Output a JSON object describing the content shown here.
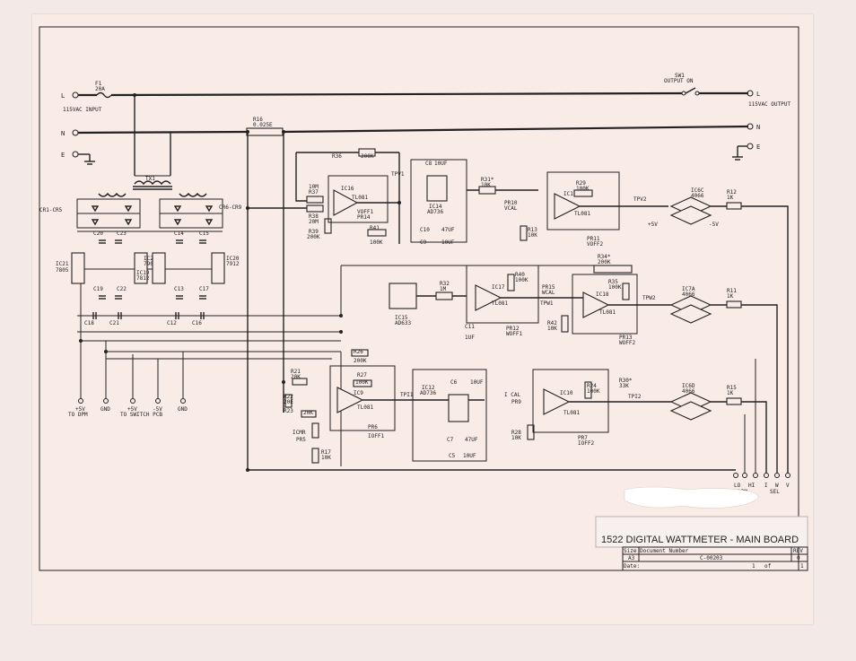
{
  "doc": {
    "title": "1522 DIGITAL WATTMETER - MAIN BOARD",
    "size_label": "Size",
    "size": "A3",
    "docnum_label": "Document Number",
    "docnum": "C-00203",
    "rev_label": "REV",
    "rev": "0",
    "date_label": "Date:",
    "sheet": "1",
    "of_label": "of",
    "of": "1"
  },
  "power": {
    "input_label": "115VAC INPUT",
    "output_label": "115VAC OUTPUT",
    "L": "L",
    "N": "N",
    "E": "E",
    "fuse": "F1",
    "fuse_val": "20A",
    "switch": "SW1",
    "switch_label": "OUTPUT ON",
    "out_l": "L",
    "out_n": "N",
    "out_e": "E",
    "shunt": "R16",
    "shunt_val": "0.025E",
    "transformer": "TX1",
    "diodes_a": "CR1-CR5",
    "diodes_b": "CR6-CR9"
  },
  "supply": {
    "ic21": "IC21",
    "ic21_val": "7805",
    "ic22": "IC22",
    "ic22_val": "7905",
    "ic19": "IC19",
    "ic19_val": "7812",
    "ic20": "IC20",
    "ic20_val": "7912",
    "caps": [
      "C20",
      "C23",
      "C14",
      "C15",
      "C19",
      "C22",
      "C13",
      "C17",
      "C18",
      "C21",
      "C12",
      "C16"
    ]
  },
  "connector_left": [
    {
      "label": "+5V",
      "sub": "TO DPM"
    },
    {
      "label": "GND",
      "sub": ""
    },
    {
      "label": "+5V",
      "sub": "TO SWITCH PCB"
    },
    {
      "label": "-5V",
      "sub": ""
    },
    {
      "label": "GND",
      "sub": ""
    }
  ],
  "connector_right": [
    {
      "label": "LO"
    },
    {
      "label": "HI"
    },
    {
      "label": "I"
    },
    {
      "label": "W"
    },
    {
      "label": "V"
    }
  ],
  "connector_right_sub": {
    "dpm": "DPM",
    "sel": "SEL"
  },
  "blocks": {
    "ic16": "IC16",
    "ic16_type": "TL081",
    "r36": "R36",
    "r36_val": "200K",
    "r37": "R37",
    "r37_val": "10M",
    "r38": "R38",
    "r38_val": "20M",
    "r39": "R39",
    "r39_val": "200K",
    "r41": "R41",
    "r41_val": "100K",
    "pr14": "PR14",
    "voff1": "VOFF1",
    "tpv1": "TPV1",
    "ic14": "IC14",
    "ic14_type": "AD736",
    "c8": "C8",
    "c8_val": "10UF",
    "c9": "C9",
    "c10": "C10",
    "c10_val": "47UF",
    "c9_val": "10UF",
    "r31": "R31*",
    "r31_val": "10K",
    "pr10": "PR10",
    "vcal": "VCAL",
    "r13": "R13",
    "r13_val": "10K",
    "ic11": "IC11",
    "ic11_type": "TL081",
    "r29": "R29",
    "r29_val": "100K",
    "pr11": "PR11",
    "voff2": "VOFF2",
    "tpv2": "TPV2",
    "ic6c": "IC6C",
    "ic6c_type": "4066",
    "r12": "R12",
    "r12_val": "1K",
    "p5v": "+5V",
    "m5v": "-5V",
    "ic15": "IC15",
    "ic15_type": "AD633",
    "r32": "R32",
    "r32_val": "1M",
    "ic17": "IC17",
    "ic17_type": "TL081",
    "r40": "R40",
    "r40_val": "100K",
    "c11": "C11",
    "c11_val": "1UF",
    "pr12": "PR12",
    "woff1": "WOFF1",
    "pr15": "PR15",
    "wcal": "WCAL",
    "tpw1": "TPW1",
    "r42": "R42",
    "r42_val": "10K",
    "r34": "R34*",
    "r34_val": "200K",
    "r35": "R35",
    "r35_val": "100K",
    "ic18": "IC18",
    "ic18_type": "TL081",
    "pr13": "PR13",
    "woff2": "WOFF2",
    "tpw2": "TPW2",
    "ic7a": "IC7A",
    "ic7a_type": "4066",
    "r11": "R11",
    "r11_val": "1K",
    "r26": "R26",
    "r26_val": "200K",
    "r27": "R27",
    "r27_val": "100K",
    "ic9": "IC9",
    "ic9_type": "TL081",
    "r21": "R21",
    "r21_val": "20K",
    "r22": "R22",
    "r22_val": "20E",
    "r23": "R23",
    "r23_val": "20K",
    "icmr": "ICMR",
    "pr5": "PR5",
    "r17": "R17",
    "r17_val": "10K",
    "pr6": "PR6",
    "ioff1": "IOFF1",
    "tpi1": "TPI1",
    "ic12": "IC12",
    "ic12_type": "AD736",
    "c6": "C6",
    "c6_val": "10UF",
    "c7": "C7",
    "c7_val": "47UF",
    "c5": "C5",
    "c5_val": "10UF",
    "ical": "I CAL",
    "pr9": "PR9",
    "r28": "R28",
    "r28_val": "10K",
    "ic10": "IC10",
    "ic10_type": "TL081",
    "r24": "R24",
    "r24_val": "100K",
    "r30": "R30*",
    "r30_val": "33K",
    "pr7": "PR7",
    "ioff2": "IOFF2",
    "tpi2": "TPI2",
    "ic6d": "IC6D",
    "ic6d_type": "4066",
    "r15": "R15",
    "r15_val": "1K"
  }
}
